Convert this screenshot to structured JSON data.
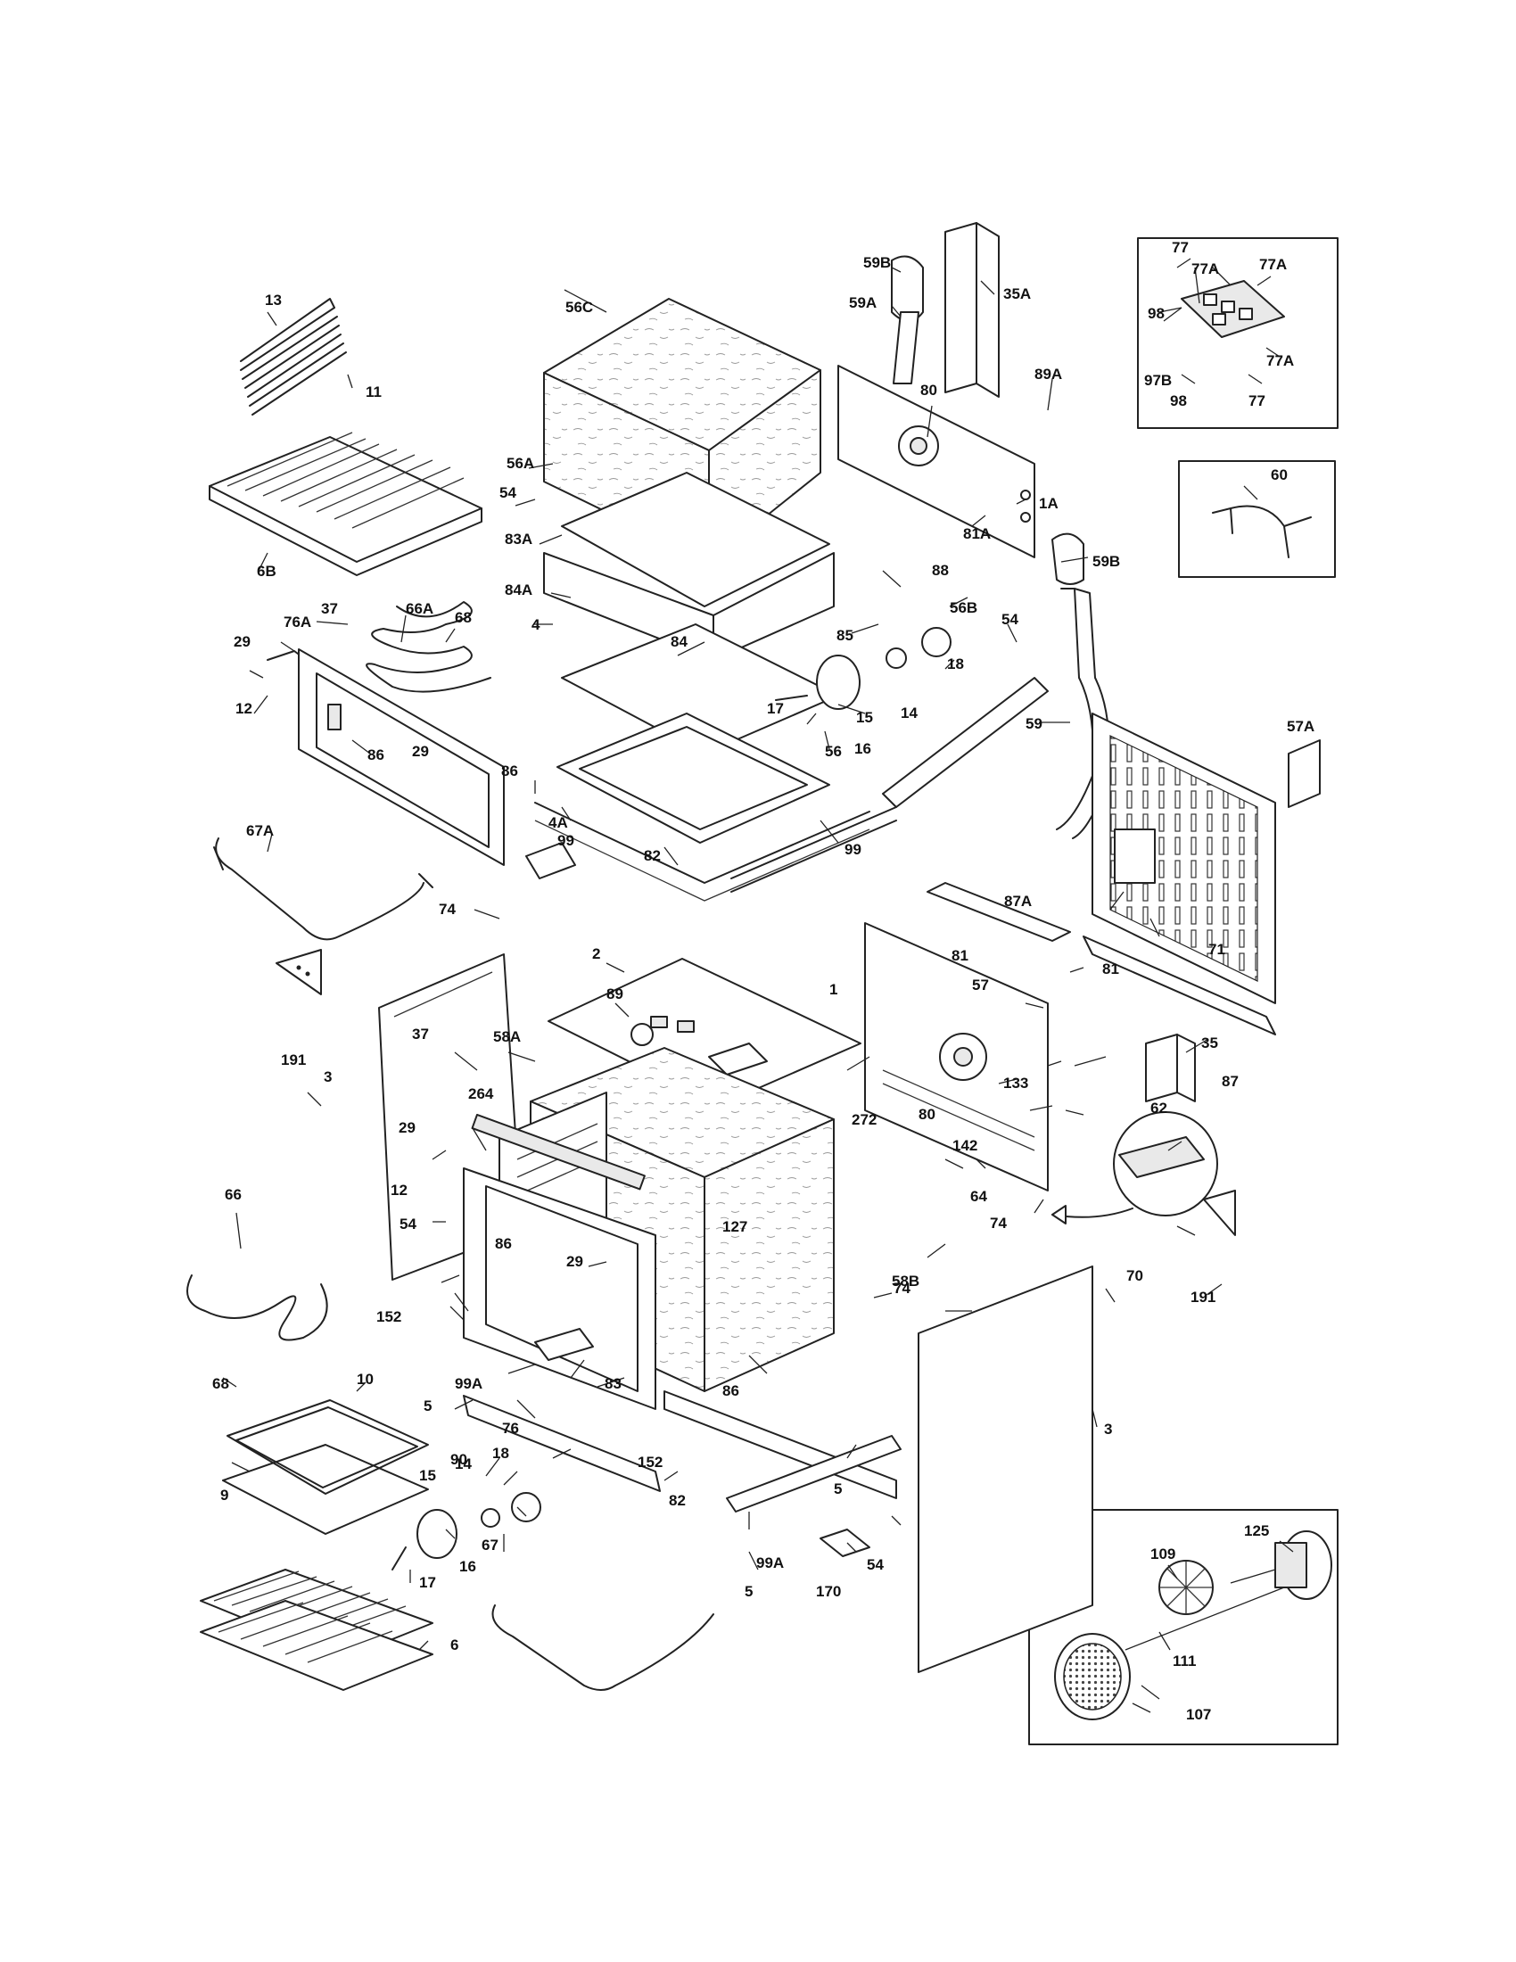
{
  "part_labels": [
    {
      "id": "l-13",
      "text": "13"
    },
    {
      "id": "l-11",
      "text": "11"
    },
    {
      "id": "l-6B",
      "text": "6B"
    },
    {
      "id": "l-56C",
      "text": "56C"
    },
    {
      "id": "l-56A",
      "text": "56A"
    },
    {
      "id": "l-54a",
      "text": "54"
    },
    {
      "id": "l-83A",
      "text": "83A"
    },
    {
      "id": "l-84A",
      "text": "84A"
    },
    {
      "id": "l-4",
      "text": "4"
    },
    {
      "id": "l-84",
      "text": "84"
    },
    {
      "id": "l-85",
      "text": "85"
    },
    {
      "id": "l-56B",
      "text": "56B"
    },
    {
      "id": "l-88",
      "text": "88"
    },
    {
      "id": "l-80a",
      "text": "80"
    },
    {
      "id": "l-59B-top",
      "text": "59B"
    },
    {
      "id": "l-59A",
      "text": "59A"
    },
    {
      "id": "l-35A",
      "text": "35A"
    },
    {
      "id": "l-89A",
      "text": "89A"
    },
    {
      "id": "l-1A",
      "text": "1A"
    },
    {
      "id": "l-81A",
      "text": "81A"
    },
    {
      "id": "l-59B",
      "text": "59B"
    },
    {
      "id": "l-18a",
      "text": "18"
    },
    {
      "id": "l-14a",
      "text": "14"
    },
    {
      "id": "l-15a",
      "text": "15"
    },
    {
      "id": "l-16a",
      "text": "16"
    },
    {
      "id": "l-17a",
      "text": "17"
    },
    {
      "id": "l-54b",
      "text": "54"
    },
    {
      "id": "l-59",
      "text": "59"
    },
    {
      "id": "l-37a",
      "text": "37"
    },
    {
      "id": "l-68a",
      "text": "68"
    },
    {
      "id": "l-66A",
      "text": "66A"
    },
    {
      "id": "l-76A",
      "text": "76A"
    },
    {
      "id": "l-29a",
      "text": "29"
    },
    {
      "id": "l-12a",
      "text": "12"
    },
    {
      "id": "l-86a",
      "text": "86"
    },
    {
      "id": "l-29b",
      "text": "29"
    },
    {
      "id": "l-86b",
      "text": "86"
    },
    {
      "id": "l-4A",
      "text": "4A"
    },
    {
      "id": "l-56",
      "text": "56"
    },
    {
      "id": "l-99a",
      "text": "99"
    },
    {
      "id": "l-82a",
      "text": "82"
    },
    {
      "id": "l-99b",
      "text": "99"
    },
    {
      "id": "l-67A",
      "text": "67A"
    },
    {
      "id": "l-74a",
      "text": "74"
    },
    {
      "id": "l-2",
      "text": "2"
    },
    {
      "id": "l-89",
      "text": "89"
    },
    {
      "id": "l-1",
      "text": "1"
    },
    {
      "id": "l-191a",
      "text": "191"
    },
    {
      "id": "l-3a",
      "text": "3"
    },
    {
      "id": "l-37b",
      "text": "37"
    },
    {
      "id": "l-58A",
      "text": "58A"
    },
    {
      "id": "l-264",
      "text": "264"
    },
    {
      "id": "l-29c",
      "text": "29"
    },
    {
      "id": "l-12b",
      "text": "12"
    },
    {
      "id": "l-54c",
      "text": "54"
    },
    {
      "id": "l-66",
      "text": "66"
    },
    {
      "id": "l-86c",
      "text": "86"
    },
    {
      "id": "l-29d",
      "text": "29"
    },
    {
      "id": "l-152a",
      "text": "152"
    },
    {
      "id": "l-127",
      "text": "127"
    },
    {
      "id": "l-87A",
      "text": "87A"
    },
    {
      "id": "l-81a",
      "text": "81"
    },
    {
      "id": "l-57",
      "text": "57"
    },
    {
      "id": "l-133",
      "text": "133"
    },
    {
      "id": "l-71",
      "text": "71"
    },
    {
      "id": "l-57A",
      "text": "57A"
    },
    {
      "id": "l-87",
      "text": "87"
    },
    {
      "id": "l-81b",
      "text": "81"
    },
    {
      "id": "l-35",
      "text": "35"
    },
    {
      "id": "l-272",
      "text": "272"
    },
    {
      "id": "l-80b",
      "text": "80"
    },
    {
      "id": "l-142",
      "text": "142"
    },
    {
      "id": "l-62",
      "text": "62"
    },
    {
      "id": "l-64",
      "text": "64"
    },
    {
      "id": "l-74b",
      "text": "74"
    },
    {
      "id": "l-58B",
      "text": "58B"
    },
    {
      "id": "l-74c",
      "text": "74"
    },
    {
      "id": "l-70",
      "text": "70"
    },
    {
      "id": "l-191b",
      "text": "191"
    },
    {
      "id": "l-68b",
      "text": "68"
    },
    {
      "id": "l-10",
      "text": "10"
    },
    {
      "id": "l-99A-a",
      "text": "99A"
    },
    {
      "id": "l-5a",
      "text": "5"
    },
    {
      "id": "l-83",
      "text": "83"
    },
    {
      "id": "l-76",
      "text": "76"
    },
    {
      "id": "l-86d",
      "text": "86"
    },
    {
      "id": "l-90",
      "text": "90"
    },
    {
      "id": "l-152b",
      "text": "152"
    },
    {
      "id": "l-9",
      "text": "9"
    },
    {
      "id": "l-18b",
      "text": "18"
    },
    {
      "id": "l-14b",
      "text": "14"
    },
    {
      "id": "l-15b",
      "text": "15"
    },
    {
      "id": "l-16b",
      "text": "16"
    },
    {
      "id": "l-17b",
      "text": "17"
    },
    {
      "id": "l-67",
      "text": "67"
    },
    {
      "id": "l-82b",
      "text": "82"
    },
    {
      "id": "l-5b",
      "text": "5"
    },
    {
      "id": "l-99A-b",
      "text": "99A"
    },
    {
      "id": "l-5c",
      "text": "5"
    },
    {
      "id": "l-170",
      "text": "170"
    },
    {
      "id": "l-54d",
      "text": "54"
    },
    {
      "id": "l-3b",
      "text": "3"
    },
    {
      "id": "l-6",
      "text": "6"
    },
    {
      "id": "l-77a",
      "text": "77"
    },
    {
      "id": "l-77A-a",
      "text": "77A"
    },
    {
      "id": "l-77A-b",
      "text": "77A"
    },
    {
      "id": "l-98a",
      "text": "98"
    },
    {
      "id": "l-77A-c",
      "text": "77A"
    },
    {
      "id": "l-97B",
      "text": "97B"
    },
    {
      "id": "l-98b",
      "text": "98"
    },
    {
      "id": "l-77b",
      "text": "77"
    },
    {
      "id": "l-60",
      "text": "60"
    },
    {
      "id": "l-125",
      "text": "125"
    },
    {
      "id": "l-109",
      "text": "109"
    },
    {
      "id": "l-111",
      "text": "111"
    },
    {
      "id": "l-107",
      "text": "107"
    }
  ]
}
